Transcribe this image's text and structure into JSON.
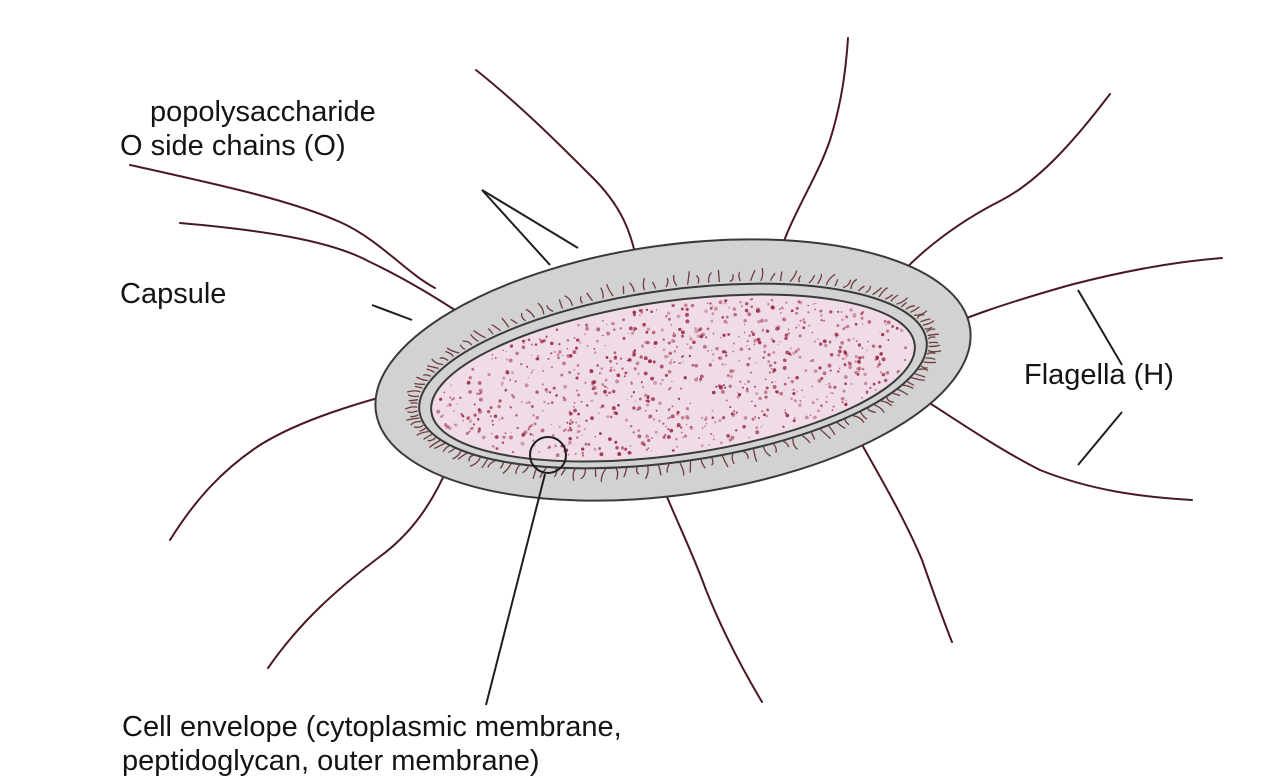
{
  "labels": {
    "lipopolysaccharide": "popolysaccharide",
    "o_side_chains": "O side chains (O)",
    "capsule": "Capsule",
    "flagella": "Flagella (H)",
    "cell_envelope_line1": "Cell envelope (cytoplasmic membrane,",
    "cell_envelope_line2": "peptidoglycan, outer membrane)"
  },
  "colors": {
    "capsule_fill": "#d2d2d2",
    "capsule_outline": "#3a3a3a",
    "cytoplasm_fill": "#f0dce6",
    "cytoplasm_speckle": "#9a2848",
    "flagella": "#4a1a22",
    "o_chain_fringe": "#6e3a3e",
    "leader_line": "#1e1e1e",
    "text": "#141414"
  }
}
